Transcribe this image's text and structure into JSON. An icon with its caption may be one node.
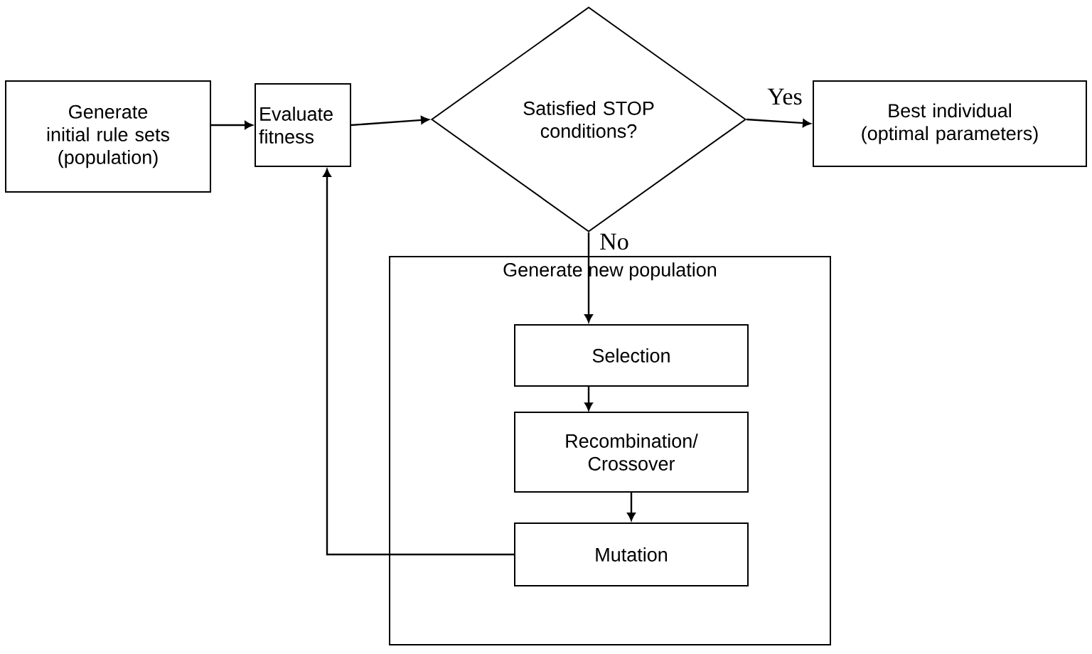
{
  "diagram": {
    "nodes": [
      {
        "text": [
          "Generate initial rule sets (population)"
        ]
      },
      {
        "text": [
          "Evaluate fitness"
        ]
      },
      {
        "text": [
          "Satisfied STOP conditions?"
        ]
      },
      {
        "text": [
          "Best individual (optimal parameters)"
        ]
      },
      {
        "text": [
          "Generate new population"
        ]
      },
      {
        "text": [
          "Selection"
        ],
        "in": 4
      },
      {
        "text": [
          "Recombination/ Crossover"
        ],
        "in": 4
      },
      {
        "text": [
          "Mutation"
        ],
        "in": 4
      }
    ],
    "edges": [
      {
        "from": 0,
        "to": 1,
        "arrow": "to"
      },
      {
        "from": 1,
        "to": 2,
        "arrow": "to"
      },
      {
        "from": 2,
        "to": 3,
        "arrow": "to",
        "label": "Yes"
      },
      {
        "from": 2,
        "to": 5,
        "arrow": "to",
        "label": "No"
      },
      {
        "from": 5,
        "to": 6,
        "arrow": "to"
      },
      {
        "from": 6,
        "to": 7,
        "arrow": "to"
      },
      {
        "from": 7,
        "to": 1,
        "arrow": "to"
      }
    ]
  }
}
